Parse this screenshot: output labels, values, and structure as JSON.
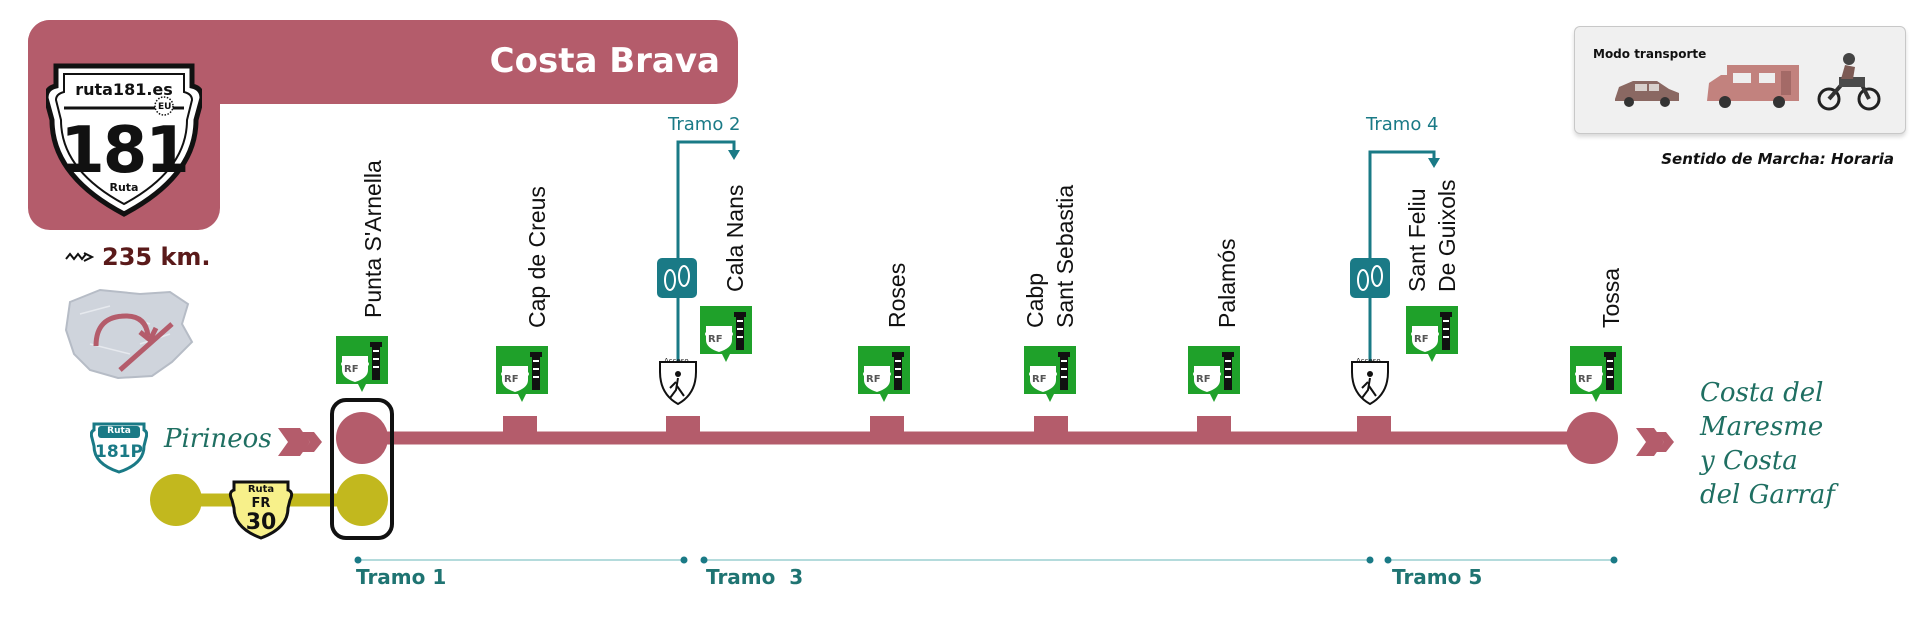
{
  "header": {
    "region_name": "Costa Brava",
    "shield_site": "ruta181.es",
    "shield_eu": "EU",
    "shield_number": "181",
    "shield_label": "Ruta",
    "distance": "235 km."
  },
  "transport": {
    "title": "Modo transporte",
    "modes": [
      "car-icon",
      "motorhome-icon",
      "motorcycle-icon"
    ],
    "direction": "Sentido de Marcha: Horaria"
  },
  "connections": {
    "start_label": "Pirineos",
    "start_route_prefix": "Ruta",
    "start_route_code": "181P",
    "alt_route_prefix": "Ruta",
    "alt_route_code_line1": "FR",
    "alt_route_code_line2": "30",
    "destination_lines": [
      "Costa del",
      "Maresme",
      "y Costa",
      "del Garraf"
    ]
  },
  "stops": [
    {
      "name_lines": [
        "Punta S'Arnella"
      ]
    },
    {
      "name_lines": [
        "Cap de Creus"
      ]
    },
    {
      "name_lines": [
        "Cala Nans"
      ]
    },
    {
      "name_lines": [
        "Roses"
      ]
    },
    {
      "name_lines": [
        "Cabp",
        "Sant Sebastia"
      ]
    },
    {
      "name_lines": [
        "Palamós"
      ]
    },
    {
      "name_lines": [
        "Sant Feliu",
        "De Guixols"
      ]
    },
    {
      "name_lines": [
        "Tossa"
      ]
    }
  ],
  "stop_badge_text": "RF",
  "access_label": "Acceso",
  "tramos_top": [
    "Tramo 2",
    "Tramo 4"
  ],
  "tramos_bottom": [
    "Tramo 1",
    "Tramo  3",
    "Tramo 5"
  ],
  "colors": {
    "route": "#b45c6b",
    "teal": "#1a7a86",
    "green": "#1fa12a",
    "olive": "#c2b81e",
    "yellow_badge": "#f7f08a"
  }
}
